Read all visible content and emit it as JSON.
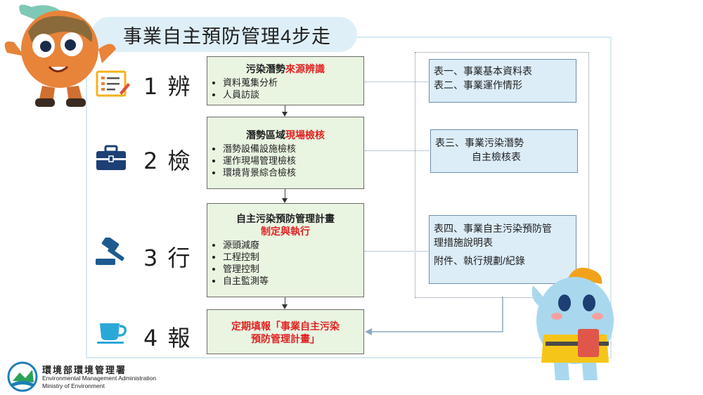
{
  "title": "事業自主預防管理4步走",
  "steps": [
    {
      "label": "1 辨",
      "icon": "checklist-icon"
    },
    {
      "label": "2 檢",
      "icon": "briefcase-icon"
    },
    {
      "label": "3 行",
      "icon": "gavel-icon"
    },
    {
      "label": "4 報",
      "icon": "coffee-cup-icon"
    }
  ],
  "boxes": {
    "b1": {
      "head_plain": "污染潛勢",
      "head_red": "來源辨識",
      "items": [
        "資料蒐集分析",
        "人員訪談"
      ]
    },
    "b2": {
      "head_plain": "潛勢區域",
      "head_red": "現場檢核",
      "items": [
        "潛勢設備設施檢核",
        "運作現場管理檢核",
        "環境背景綜合檢核"
      ]
    },
    "b3": {
      "head_plain": "自主污染預防管理計畫",
      "head_red": "制定與執行",
      "items": [
        "源頭減廢",
        "工程控制",
        "管理控制",
        "自主監測等"
      ]
    },
    "b4": {
      "line1": "定期填報「事業自主污染",
      "line2": "預防管理計畫」"
    }
  },
  "docs": {
    "d1": {
      "line1": "表一、事業基本資料表",
      "line2": "表二、事業運作情形"
    },
    "d2": {
      "line1": "表三、事業污染潛勢",
      "line2": "自主檢核表"
    },
    "d3": {
      "line1": "表四、事業自主污染預防管",
      "line2": "理措施說明表",
      "line3": "附件、執行規劃/紀錄"
    }
  },
  "logo": {
    "name_cn": "環境部環境管理署",
    "name_en1": "Environmental Management Administration",
    "name_en2": "Ministry of Environment"
  },
  "colors": {
    "accent_red": "#e02323",
    "box_green": "#e9f4e1",
    "doc_blue": "#dcedf8",
    "title_pill": "#deeff7"
  }
}
